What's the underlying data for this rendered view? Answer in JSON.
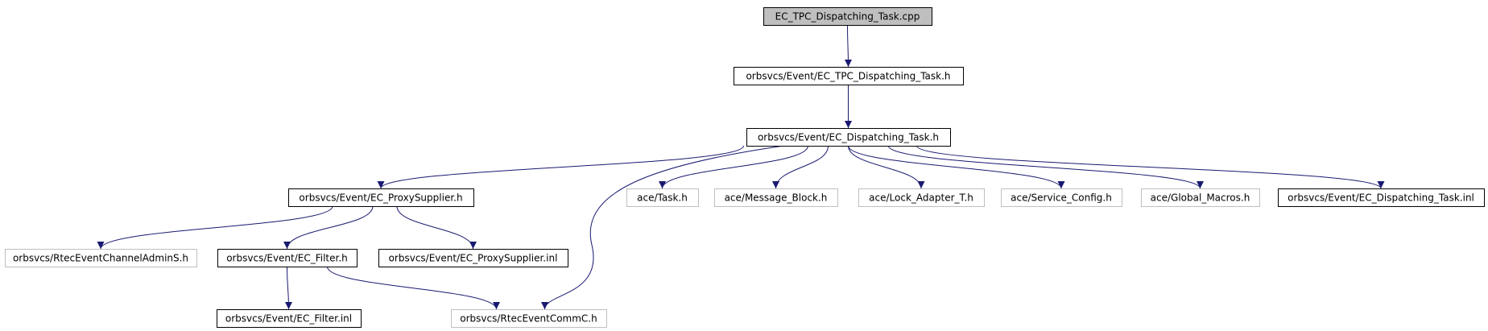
{
  "diagram": {
    "nodes": [
      {
        "id": "n_cpp",
        "label": "EC_TPC_Dispatching_Task.cpp",
        "style": "root"
      },
      {
        "id": "n_tpc_h",
        "label": "orbsvcs/Event/EC_TPC_Dispatching_Task.h",
        "style": "normal"
      },
      {
        "id": "n_disp_h",
        "label": "orbsvcs/Event/EC_Dispatching_Task.h",
        "style": "normal"
      },
      {
        "id": "n_proxy_h",
        "label": "orbsvcs/Event/EC_ProxySupplier.h",
        "style": "normal"
      },
      {
        "id": "n_task_h",
        "label": "ace/Task.h",
        "style": "missing"
      },
      {
        "id": "n_msgblk_h",
        "label": "ace/Message_Block.h",
        "style": "missing"
      },
      {
        "id": "n_lockad_h",
        "label": "ace/Lock_Adapter_T.h",
        "style": "missing"
      },
      {
        "id": "n_svccfg_h",
        "label": "ace/Service_Config.h",
        "style": "missing"
      },
      {
        "id": "n_globmac_h",
        "label": "ace/Global_Macros.h",
        "style": "missing"
      },
      {
        "id": "n_disp_inl",
        "label": "orbsvcs/Event/EC_Dispatching_Task.inl",
        "style": "normal"
      },
      {
        "id": "n_rtecadm_h",
        "label": "orbsvcs/RtecEventChannelAdminS.h",
        "style": "missing"
      },
      {
        "id": "n_filter_h",
        "label": "orbsvcs/Event/EC_Filter.h",
        "style": "normal"
      },
      {
        "id": "n_proxy_inl",
        "label": "orbsvcs/Event/EC_ProxySupplier.inl",
        "style": "normal"
      },
      {
        "id": "n_filter_inl",
        "label": "orbsvcs/Event/EC_Filter.inl",
        "style": "normal"
      },
      {
        "id": "n_rteccomm_h",
        "label": "orbsvcs/RtecEventCommC.h",
        "style": "missing"
      }
    ],
    "edges": [
      {
        "from": "n_cpp",
        "to": "n_tpc_h"
      },
      {
        "from": "n_tpc_h",
        "to": "n_disp_h"
      },
      {
        "from": "n_disp_h",
        "to": "n_proxy_h"
      },
      {
        "from": "n_disp_h",
        "to": "n_rteccomm_h"
      },
      {
        "from": "n_disp_h",
        "to": "n_task_h"
      },
      {
        "from": "n_disp_h",
        "to": "n_msgblk_h"
      },
      {
        "from": "n_disp_h",
        "to": "n_lockad_h"
      },
      {
        "from": "n_disp_h",
        "to": "n_svccfg_h"
      },
      {
        "from": "n_disp_h",
        "to": "n_globmac_h"
      },
      {
        "from": "n_disp_h",
        "to": "n_disp_inl"
      },
      {
        "from": "n_proxy_h",
        "to": "n_rtecadm_h"
      },
      {
        "from": "n_proxy_h",
        "to": "n_filter_h"
      },
      {
        "from": "n_proxy_h",
        "to": "n_proxy_inl"
      },
      {
        "from": "n_filter_h",
        "to": "n_filter_inl"
      },
      {
        "from": "n_filter_h",
        "to": "n_rteccomm_h"
      }
    ],
    "colors": {
      "edge": "#191970",
      "root_fill": "#bfbfbf",
      "normal_border": "#000000",
      "missing_border": "#bfbfbf",
      "text": "#000000"
    }
  }
}
